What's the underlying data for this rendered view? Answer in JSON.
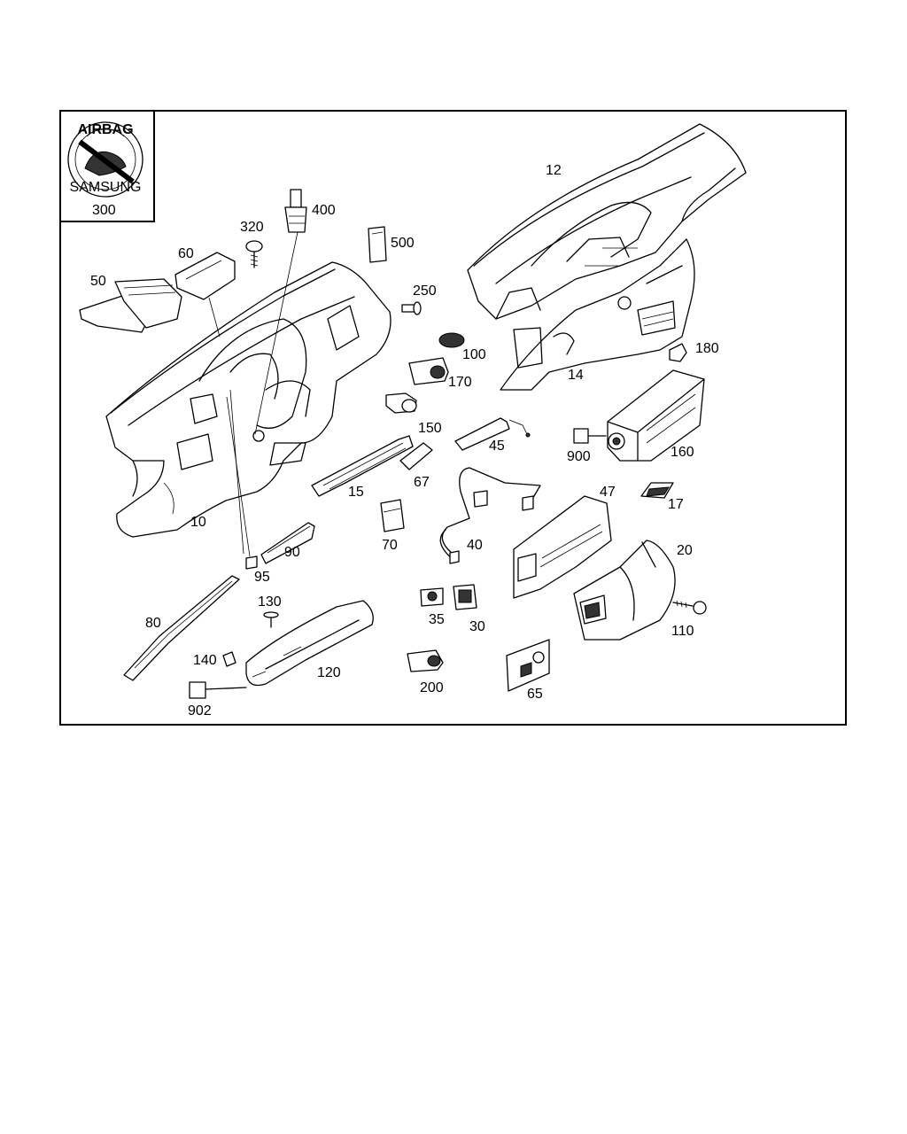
{
  "diagram": {
    "inset": {
      "label": "300",
      "badge_text": "AIRBAG",
      "badge_subtext": "SAMSUNG"
    },
    "labels": [
      {
        "id": "10",
        "text": "10"
      },
      {
        "id": "12",
        "text": "12"
      },
      {
        "id": "14",
        "text": "14"
      },
      {
        "id": "15",
        "text": "15"
      },
      {
        "id": "17",
        "text": "17"
      },
      {
        "id": "20",
        "text": "20"
      },
      {
        "id": "30",
        "text": "30"
      },
      {
        "id": "35",
        "text": "35"
      },
      {
        "id": "40",
        "text": "40"
      },
      {
        "id": "45",
        "text": "45"
      },
      {
        "id": "47",
        "text": "47"
      },
      {
        "id": "50",
        "text": "50"
      },
      {
        "id": "60",
        "text": "60"
      },
      {
        "id": "65",
        "text": "65"
      },
      {
        "id": "67",
        "text": "67"
      },
      {
        "id": "70",
        "text": "70"
      },
      {
        "id": "80",
        "text": "80"
      },
      {
        "id": "90",
        "text": "90"
      },
      {
        "id": "95",
        "text": "95"
      },
      {
        "id": "100",
        "text": "100"
      },
      {
        "id": "110",
        "text": "110"
      },
      {
        "id": "120",
        "text": "120"
      },
      {
        "id": "130",
        "text": "130"
      },
      {
        "id": "140",
        "text": "140"
      },
      {
        "id": "150",
        "text": "150"
      },
      {
        "id": "160",
        "text": "160"
      },
      {
        "id": "170",
        "text": "170"
      },
      {
        "id": "180",
        "text": "180"
      },
      {
        "id": "200",
        "text": "200"
      },
      {
        "id": "250",
        "text": "250"
      },
      {
        "id": "320",
        "text": "320"
      },
      {
        "id": "400",
        "text": "400"
      },
      {
        "id": "500",
        "text": "500"
      },
      {
        "id": "900",
        "text": "900"
      },
      {
        "id": "902",
        "text": "902"
      }
    ]
  }
}
